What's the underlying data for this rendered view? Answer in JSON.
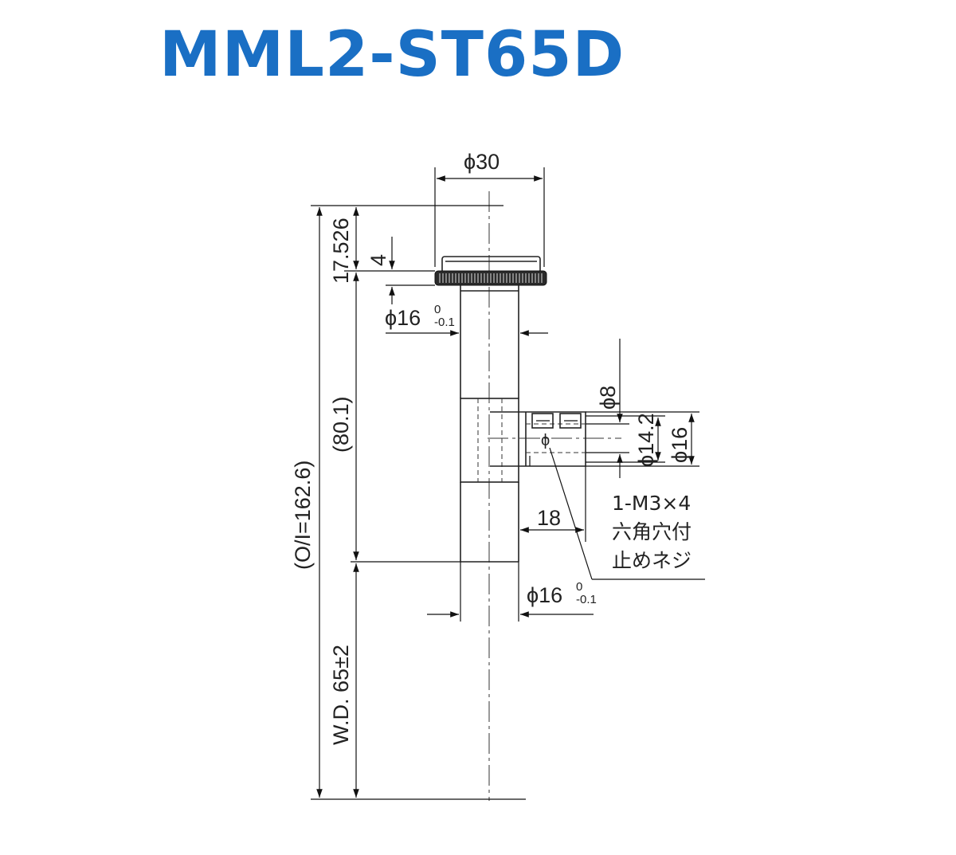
{
  "title": "MML2-ST65D",
  "dimensions": {
    "top_diameter": "ϕ30",
    "top_length": "17.526",
    "flange_thickness": "4",
    "upper_tube_diameter": "ϕ16",
    "upper_tube_tol_upper": "0",
    "upper_tube_tol_lower": "-0.1",
    "body_length": "(80.1)",
    "overall_oi": "(O/I=162.6)",
    "working_distance": "W.D. 65±2",
    "port_diameter": "ϕ8",
    "port_inner": "ϕ14.2",
    "port_outer": "ϕ16",
    "port_length": "18",
    "lower_tube_diameter": "ϕ16",
    "lower_tube_tol_upper": "0",
    "lower_tube_tol_lower": "-0.1",
    "port_mark": "ϕ"
  },
  "note": {
    "line1": "1-M3×4",
    "line2": "六角穴付",
    "line3": "止めネジ"
  },
  "colors": {
    "title": "#1a6fc4",
    "lines": "#222222"
  }
}
